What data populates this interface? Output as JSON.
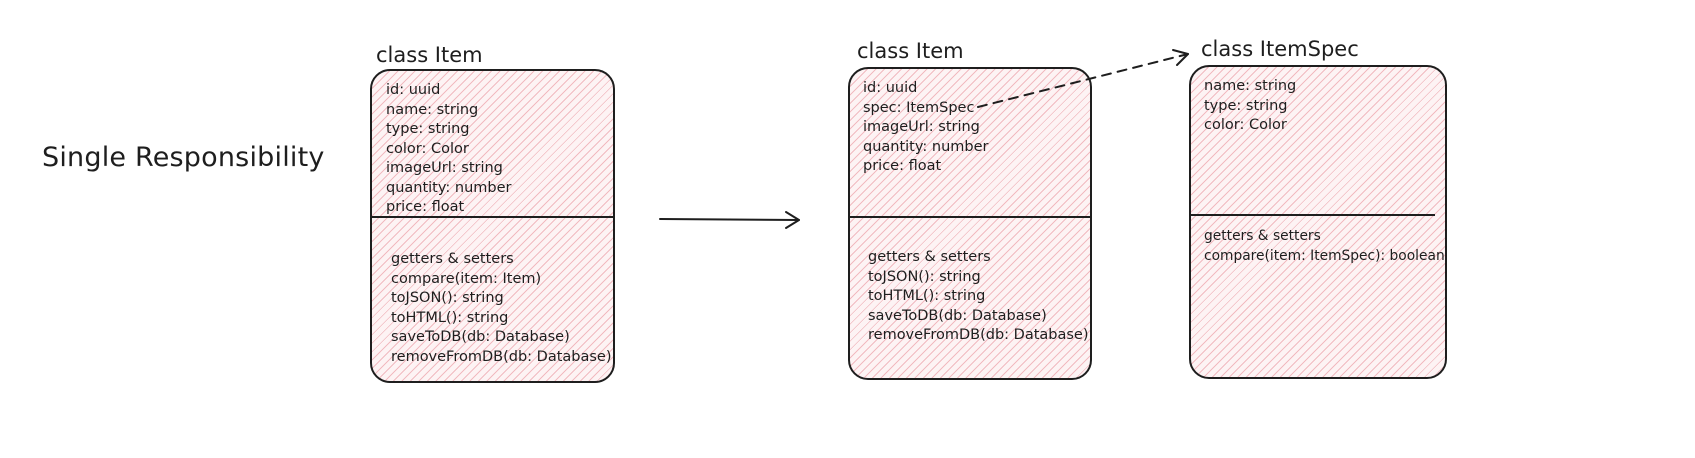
{
  "heading": "Single Responsibility",
  "before": {
    "title": "class Item",
    "attributes": [
      "id: uuid",
      "name: string",
      "type: string",
      "color: Color",
      "imageUrl: string",
      "quantity: number",
      "price: float"
    ],
    "methods": [
      "getters & setters",
      "compare(item: Item)",
      "toJSON(): string",
      "toHTML(): string",
      "saveToDB(db: Database)",
      "removeFromDB(db: Database)"
    ]
  },
  "after_item": {
    "title": "class Item",
    "attributes": [
      "id: uuid",
      "spec: ItemSpec",
      "imageUrl: string",
      "quantity: number",
      "price: float"
    ],
    "methods": [
      "getters & setters",
      "toJSON(): string",
      "toHTML(): string",
      "saveToDB(db: Database)",
      "removeFromDB(db: Database)"
    ]
  },
  "after_spec": {
    "title": "class ItemSpec",
    "attributes": [
      "name: string",
      "type: string",
      "color: Color"
    ],
    "methods": [
      "getters & setters",
      "compare(item: ItemSpec): boolean"
    ]
  },
  "colors": {
    "stroke": "#1e1e1e",
    "fill_hatch": "#e88c96",
    "fill_base": "#fdf3f4"
  }
}
